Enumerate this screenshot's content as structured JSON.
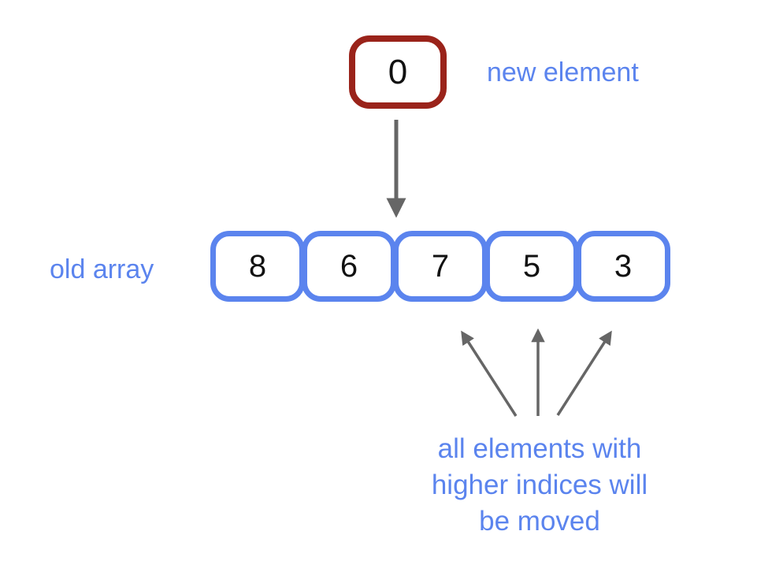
{
  "diagram": {
    "new_element": {
      "value": "0",
      "label": "new element"
    },
    "old_array": {
      "label": "old array",
      "cells": [
        {
          "value": "8"
        },
        {
          "value": "6"
        },
        {
          "value": "7"
        },
        {
          "value": "5"
        },
        {
          "value": "3"
        }
      ]
    },
    "annotation": {
      "line1": "all elements with",
      "line2": "higher indices will",
      "line3": "be moved"
    }
  },
  "colors": {
    "accent-blue": "#5b84ee",
    "accent-red": "#9a231a",
    "arrow-gray": "#666666",
    "digit-black": "#111111",
    "bg": "#ffffff"
  }
}
